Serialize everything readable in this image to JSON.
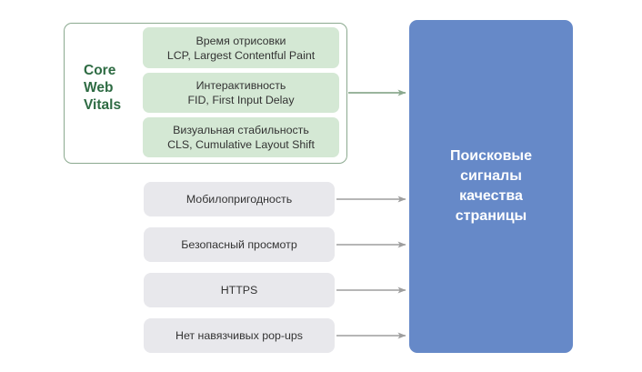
{
  "diagram": {
    "title_group": {
      "label": "Core\nWeb\nVitals",
      "label_line1": "Core",
      "label_line2": "Web",
      "label_line3": "Vitals",
      "border_color": "#8ba98f",
      "text_color": "#2e6b43"
    },
    "core_web_vitals": {
      "box_color": "#d4e8d4",
      "items": [
        {
          "line1": "Время отрисовки",
          "line2": "LCP, Largest Contentful Paint"
        },
        {
          "line1": "Интерактивность",
          "line2": "FID, First Input Delay"
        },
        {
          "line1": "Визуальная стабильность",
          "line2": "CLS, Cumulative Layout Shift"
        }
      ]
    },
    "other_signals": {
      "box_color": "#e8e8ec",
      "items": [
        {
          "label": "Мобилопригодность"
        },
        {
          "label": "Безопасный просмотр"
        },
        {
          "label": "HTTPS"
        },
        {
          "label": "Нет навязчивых pop-ups"
        }
      ]
    },
    "target": {
      "text": "Поисковые\nсигналы\nкачества\nстраницы",
      "color": "#6689c8",
      "text_color": "#ffffff"
    },
    "arrows": {
      "green_color": "#8ba98f",
      "gray_color": "#9e9e9e",
      "count": 5
    }
  }
}
